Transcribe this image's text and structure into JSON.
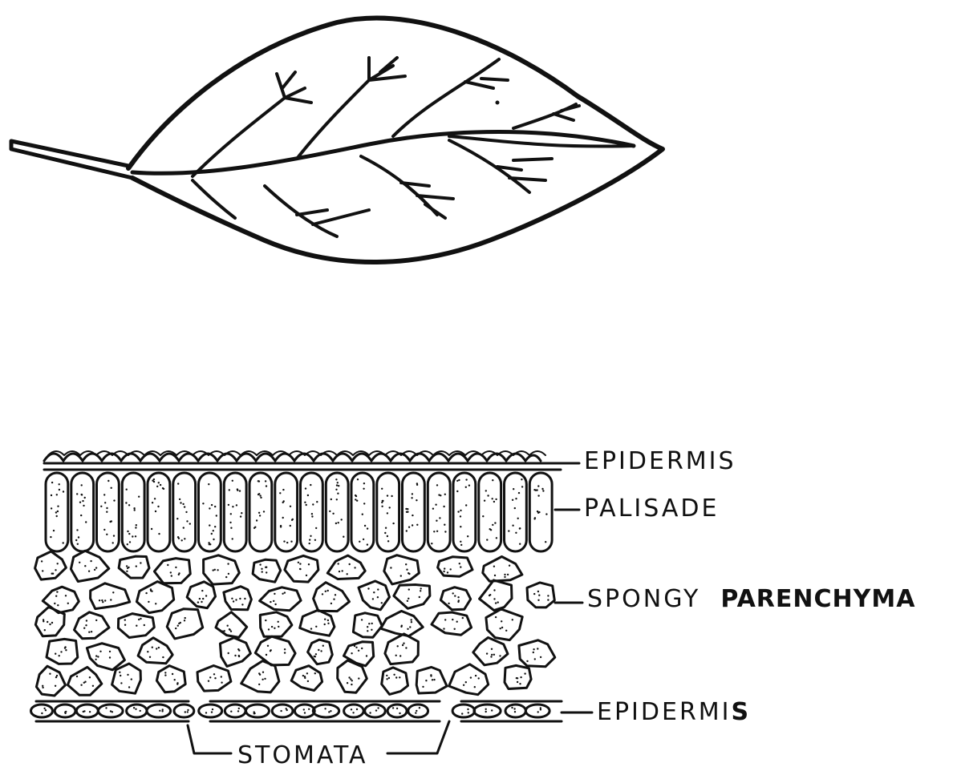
{
  "labels": {
    "epidermis_top": "EPIDERMIS",
    "palisade": "PALISADE",
    "spongy_part1": "SPONGY",
    "spongy_part2": "PARENCHYMA",
    "epidermis_bottom_part1": "EPIDERMI",
    "epidermis_bottom_part2": "S",
    "stomata": "STOMATA"
  },
  "colors": {
    "ink": "#111111",
    "background": "#ffffff"
  }
}
